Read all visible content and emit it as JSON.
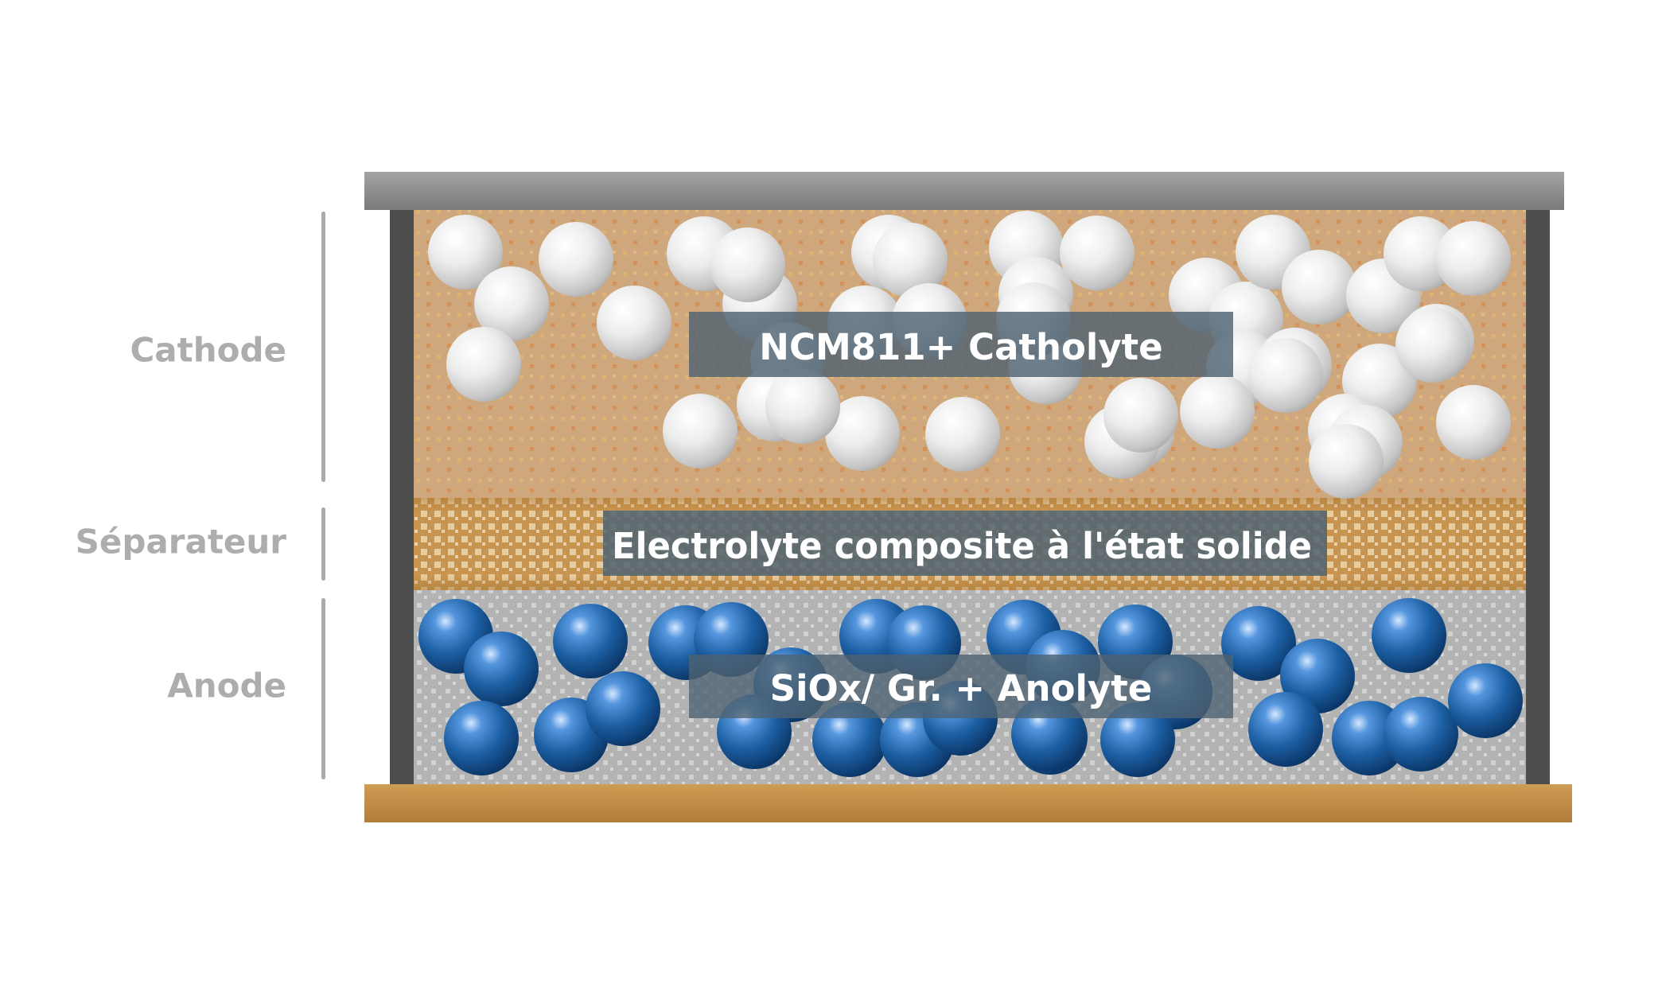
{
  "diagram": {
    "layer_labels": {
      "cathode": "Cathode",
      "separator": "Séparateur",
      "anode": "Anode"
    },
    "banners": {
      "cathode": "NCM811+ Catholyte",
      "separator": "Electrolyte composite à l'état solide",
      "anode": "SiOx/ Gr. + Anolyte"
    },
    "colors": {
      "top_collector": "#8a8a8a",
      "bottom_collector": "#c18d47",
      "casing": "#4e4e4e",
      "cathode_matrix": "#cfa77c",
      "separator": "#c79550",
      "anode_matrix": "#b3b3b3",
      "cathode_particle": "#dcdcdc",
      "anode_particle": "#1c5fa3",
      "banner": "#4f6372",
      "label_text": "#adadad"
    }
  }
}
